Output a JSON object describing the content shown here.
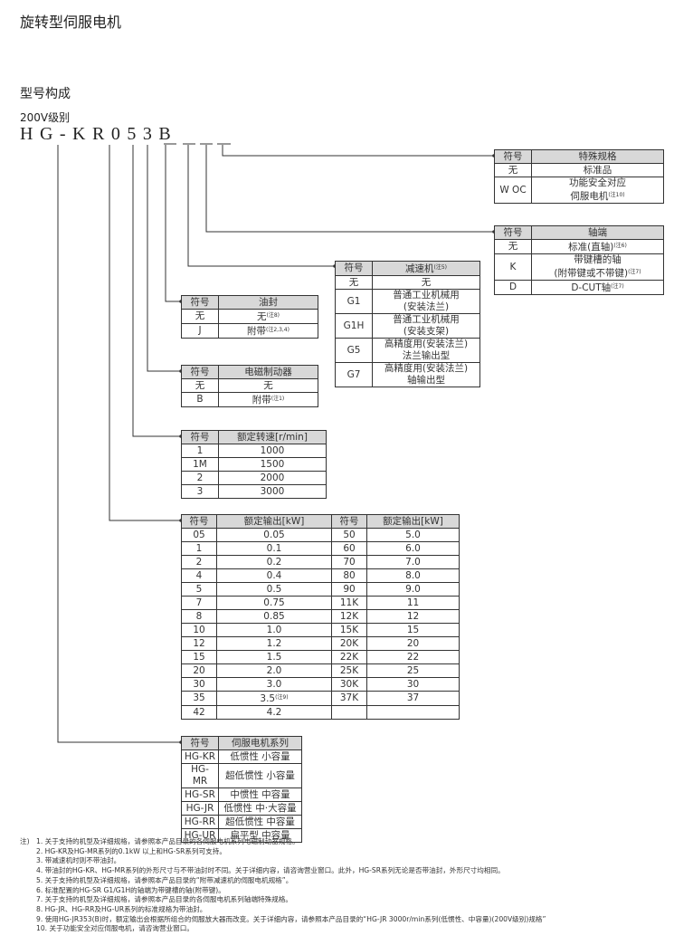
{
  "title": "旋转型伺服电机",
  "section": "型号构成",
  "voltage": "200V级别",
  "model": "HG-KR053B",
  "tables": {
    "special": {
      "cols": [
        36,
        null
      ],
      "header": [
        "符号",
        "特殊规格"
      ],
      "rows": [
        [
          "无",
          "标准品"
        ],
        [
          "W OC",
          {
            "t": "功能安全对应\n伺服电机",
            "n": "注10"
          }
        ]
      ]
    },
    "shaft": {
      "cols": [
        36,
        null
      ],
      "header": [
        "符号",
        "轴端"
      ],
      "rows": [
        [
          "无",
          {
            "t": "标准(直轴)",
            "n": "注6"
          }
        ],
        [
          "K",
          {
            "t": "带键槽的轴\n(附带键或不带键)",
            "n": "注7"
          }
        ],
        [
          "D",
          {
            "t": "D-CUT轴",
            "n": "注7"
          }
        ]
      ]
    },
    "reducer": {
      "cols": [
        36,
        null
      ],
      "header": [
        "符号",
        {
          "t": "减速机",
          "n": "注5"
        }
      ],
      "rows": [
        [
          "无",
          "无"
        ],
        [
          "G1",
          "普通工业机械用\n(安装法兰)"
        ],
        [
          "G1H",
          "普通工业机械用\n(安装支架)"
        ],
        [
          "G5",
          "高精度用(安装法兰)\n法兰输出型"
        ],
        [
          "G7",
          "高精度用(安装法兰)\n轴输出型"
        ]
      ]
    },
    "oil": {
      "cols": [
        36,
        null
      ],
      "header": [
        "符号",
        "油封"
      ],
      "rows": [
        [
          "无",
          {
            "t": "无",
            "n": "注8"
          }
        ],
        [
          "J",
          {
            "t": "附带",
            "n": "注2,3,4"
          }
        ]
      ]
    },
    "brake": {
      "cols": [
        36,
        null
      ],
      "header": [
        "符号",
        "电磁制动器"
      ],
      "rows": [
        [
          "无",
          "无"
        ],
        [
          "B",
          {
            "t": "附带",
            "n": "注1"
          }
        ]
      ]
    },
    "speed": {
      "cols": [
        36,
        null
      ],
      "header": [
        "符号",
        "额定转速[r/min]"
      ],
      "rows": [
        [
          "1",
          "1000"
        ],
        [
          "1M",
          "1500"
        ],
        [
          "2",
          "2000"
        ],
        [
          "3",
          "3000"
        ]
      ]
    },
    "output": {
      "cols": [
        34,
        122,
        34,
        null
      ],
      "header": [
        "符号",
        "额定输出[kW]",
        "符号",
        "额定输出[kW]"
      ],
      "rows": [
        [
          "05",
          "0.05",
          "50",
          "5.0"
        ],
        [
          "1",
          "0.1",
          "60",
          "6.0"
        ],
        [
          "2",
          "0.2",
          "70",
          "7.0"
        ],
        [
          "4",
          "0.4",
          "80",
          "8.0"
        ],
        [
          "5",
          "0.5",
          "90",
          "9.0"
        ],
        [
          "7",
          "0.75",
          "11K",
          "11"
        ],
        [
          "8",
          "0.85",
          "12K",
          "12"
        ],
        [
          "10",
          "1.0",
          "15K",
          "15"
        ],
        [
          "12",
          "1.2",
          "20K",
          "20"
        ],
        [
          "15",
          "1.5",
          "22K",
          "22"
        ],
        [
          "20",
          "2.0",
          "25K",
          "25"
        ],
        [
          "30",
          "3.0",
          "30K",
          "30"
        ],
        [
          "35",
          {
            "t": "3.5",
            "n": "注9"
          },
          "37K",
          "37"
        ],
        [
          "42",
          "4.2",
          "",
          ""
        ]
      ]
    },
    "series": {
      "cols": [
        36,
        null
      ],
      "header": [
        "符号",
        "伺服电机系列"
      ],
      "rows": [
        [
          "HG-KR",
          "低惯性 小容量"
        ],
        [
          "HG-MR",
          "超低惯性 小容量"
        ],
        [
          "HG-SR",
          "中惯性 中容量"
        ],
        [
          "HG-JR",
          "低惯性 中·大容量"
        ],
        [
          "HG-RR",
          "超低惯性 中容量"
        ],
        [
          "HG-UR",
          "扁平型 中容量"
        ]
      ]
    }
  },
  "notes": {
    "prefix": "注)",
    "items": [
      "1. 关于支持的机型及详细规格，请参照本产品目录的各伺服电机系列电磁制动器规格。",
      "2. HG-KR及HG-MR系列的0.1kW 以上和HG-SR系列可支持。",
      "3. 带减速机时则不带油封。",
      "4. 带油封的HG-KR、HG-MR系列的外形尺寸与不带油封时不同。关于详细内容，请咨询营业窗口。此外，HG-SR系列无论是否带油封，外形尺寸均相同。",
      "5. 关于支持的机型及详细规格，请参照本产品目录的“附带减速机的伺服电机规格”。",
      "6. 标准配置的HG-SR G1/G1H的轴端为带键槽的轴(附带键)。",
      "7. 关于支持的机型及详细规格，请参照本产品目录的各伺服电机系列轴端特殊规格。",
      "8. HG-JR、HG-RR及HG-UR系列的标准规格为带油封。",
      "9. 使用HG-JR353(B)时，额定输出会根据所组合的伺服放大器而改变。关于详细内容，请参照本产品目录的“HG-JR 3000r/min系列(低惯性、中容量)(200V级别)规格”",
      "10. 关于功能安全对应伺服电机，请咨询营业窗口。"
    ]
  }
}
